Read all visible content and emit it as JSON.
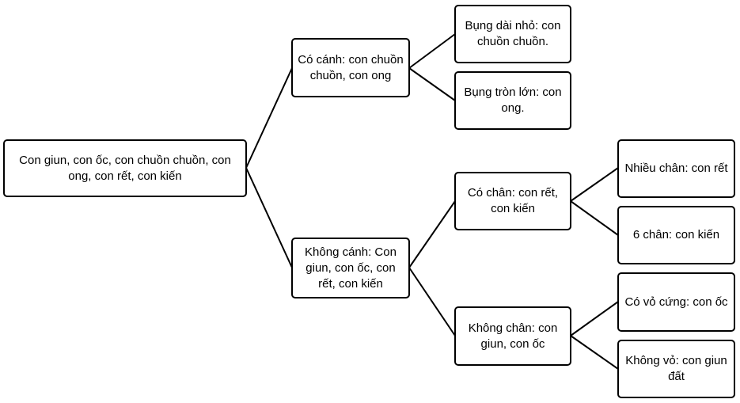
{
  "nodes": {
    "root": "Con giun, con ốc, con chuồn chuồn, con ong, con rết, con kiến",
    "co_canh": "Có cánh: con chuồn chuồn, con ong",
    "khong_canh": "Không cánh: Con giun, con ốc, con rết, con kiến",
    "bung_dai": "Bụng dài nhỏ: con chuồn chuồn.",
    "bung_tron": "Bụng tròn lớn: con ong.",
    "co_chan": "Có chân: con rết, con kiến",
    "khong_chan": "Không chân: con giun, con ốc",
    "nhieu_chan": "Nhiều chân: con rết",
    "sau_chan": "6 chân: con kiến",
    "co_vo": "Có vỏ cứng: con ốc",
    "khong_vo": "Không vỏ: con giun đất"
  }
}
